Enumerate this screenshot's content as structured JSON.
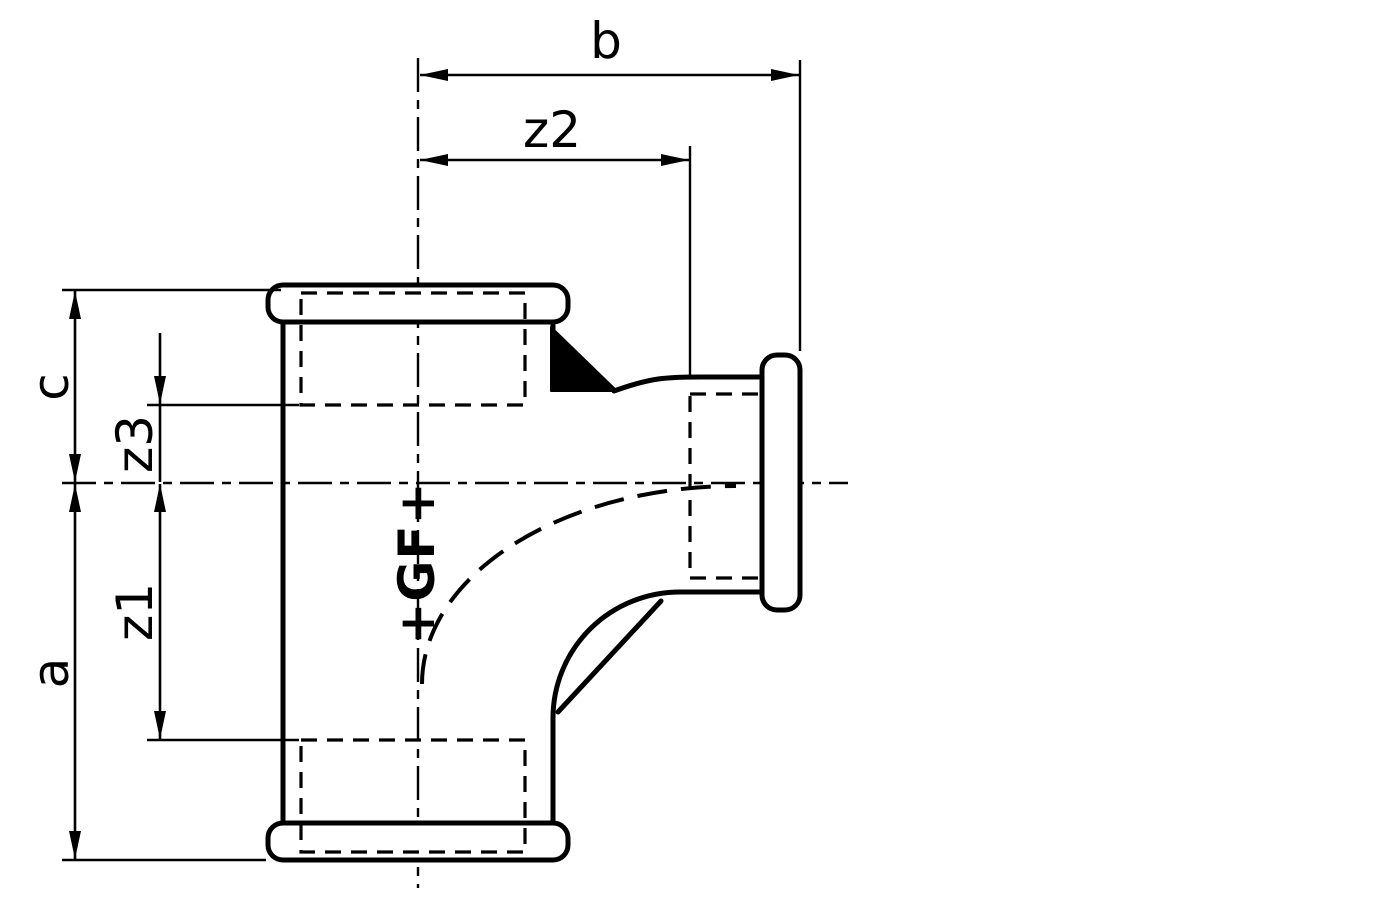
{
  "drawing": {
    "kind": "technical-drawing",
    "background_color": "#ffffff",
    "line_color": "#000000",
    "brand_mark": "+GF+",
    "dimension_labels": {
      "b": "b",
      "z2": "z2",
      "c": "c",
      "z3": "z3",
      "z1": "z1",
      "a": "a"
    }
  }
}
